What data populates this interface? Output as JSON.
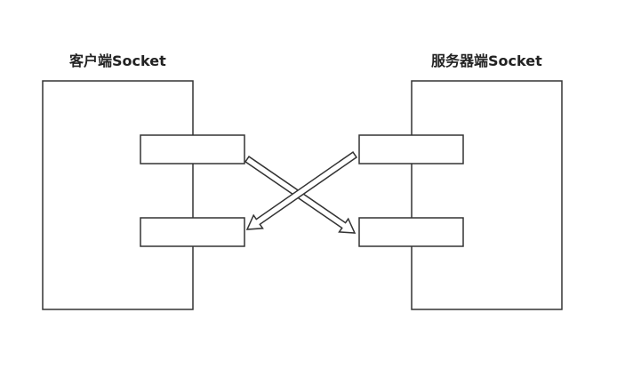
{
  "diagram": {
    "client": {
      "title": "客户端Socket"
    },
    "server": {
      "title": "服务器端Socket"
    },
    "colors": {
      "stroke": "#333333",
      "background": "#ffffff",
      "text": "#222222"
    },
    "connections": [
      {
        "from": "client-top-port",
        "to": "server-bottom-port",
        "style": "hollow-arrow"
      },
      {
        "from": "server-top-port",
        "to": "client-bottom-port",
        "style": "hollow-arrow"
      }
    ]
  }
}
